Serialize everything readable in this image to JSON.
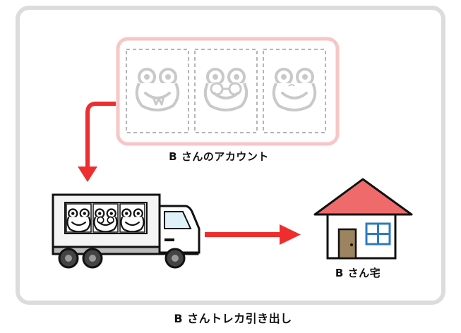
{
  "labels": {
    "account": "B さんのアカウント",
    "house": "B さん宅",
    "caption": "B さんトレカ引き出し"
  },
  "colors": {
    "frame_border": "#dcdcdc",
    "account_border": "#f7c6c6",
    "card_dash": "#b5b5b5",
    "frog_faded": "#c9c9c9",
    "arrow": "#ee2e2e",
    "roof": "#ef6b6b",
    "door": "#9b845f",
    "window": "#2c7bbf",
    "truck_body": "#f4f4f4",
    "truck_cab": "#ffffff",
    "wheel": "#444444"
  },
  "icons": {
    "account_cards": [
      "frog-card-icon",
      "frog-with-glasses-card-icon",
      "smiling-frog-card-icon"
    ],
    "truck_cards": [
      "frog-card-icon",
      "frog-with-glasses-card-icon",
      "smiling-frog-card-icon"
    ],
    "vehicle": "delivery-truck-icon",
    "destination": "house-icon"
  }
}
